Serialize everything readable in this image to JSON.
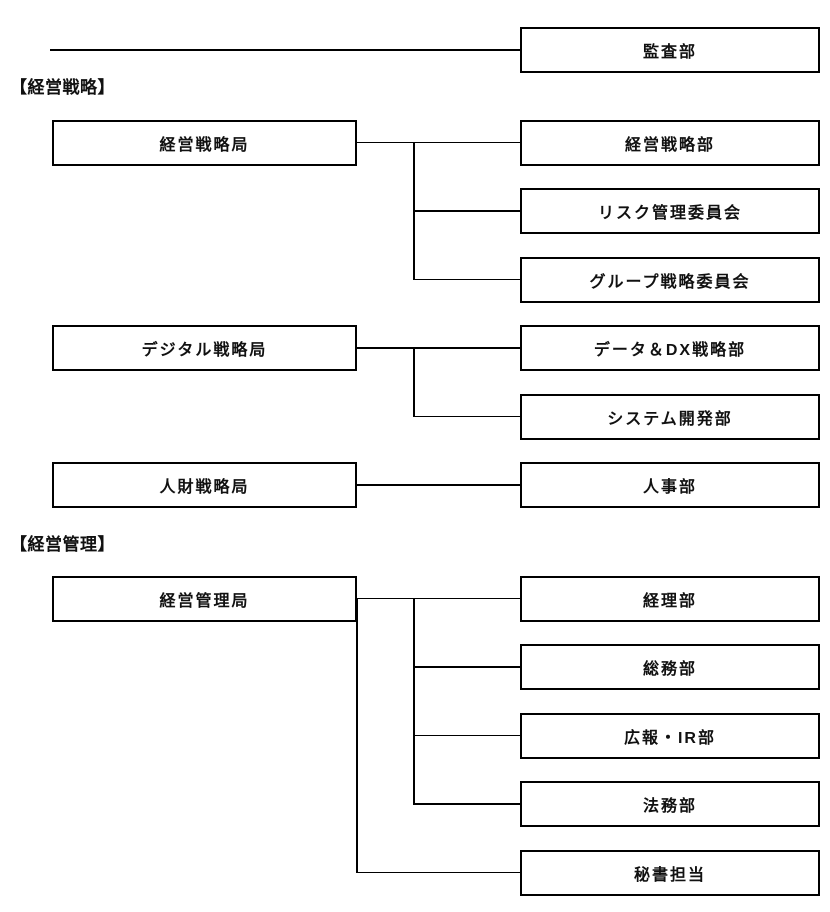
{
  "org_chart": {
    "standalone": {
      "label": "監査部"
    },
    "sections": [
      {
        "header": "【経営戦略】",
        "groups": [
          {
            "parent": "経営戦略局",
            "children": [
              "経営戦略部",
              "リスク管理委員会",
              "グループ戦略委員会"
            ]
          },
          {
            "parent": "デジタル戦略局",
            "children": [
              "データ＆DX戦略部",
              "システム開発部"
            ]
          },
          {
            "parent": "人財戦略局",
            "children": [
              "人事部"
            ]
          }
        ]
      },
      {
        "header": "【経営管理】",
        "groups": [
          {
            "parent": "経営管理局",
            "children": [
              "経理部",
              "総務部",
              "広報・IR部",
              "法務部",
              "秘書担当"
            ]
          }
        ]
      }
    ],
    "colors": {
      "line": "#000000",
      "box_border": "#000000",
      "background": "#ffffff",
      "text": "#111111"
    }
  }
}
